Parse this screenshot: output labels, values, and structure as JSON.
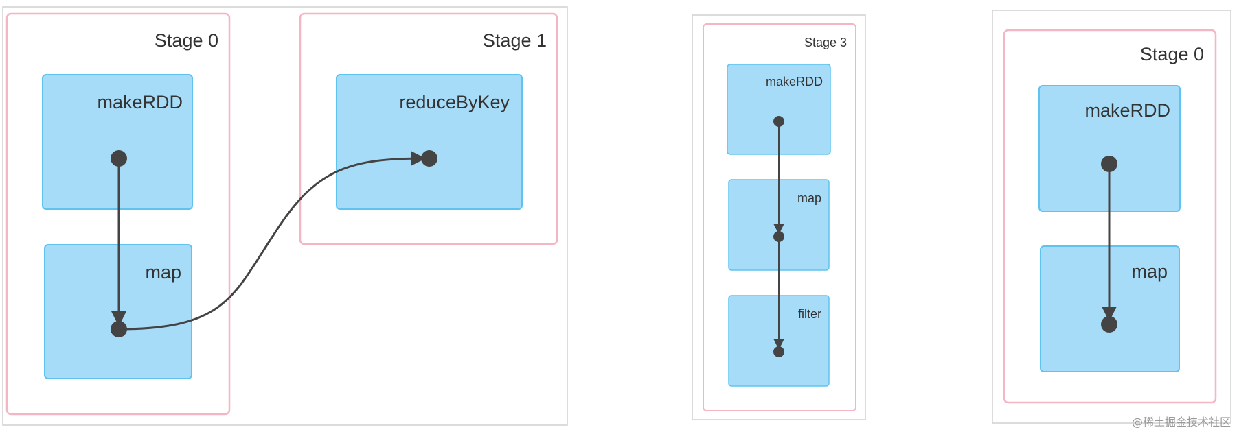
{
  "colors": {
    "panel_border": "#d0d0d0",
    "stage_border": "#f4b6c2",
    "rdd_fill": "#a7dcf8",
    "rdd_border": "#5ec3ef",
    "edge": "#444444",
    "dot": "#444444"
  },
  "diagrams": [
    {
      "stages": [
        {
          "label": "Stage 0",
          "rdds": [
            {
              "label": "makeRDD"
            },
            {
              "label": "map"
            }
          ]
        },
        {
          "label": "Stage 1",
          "rdds": [
            {
              "label": "reduceByKey"
            }
          ]
        }
      ]
    },
    {
      "stages": [
        {
          "label": "Stage 3",
          "rdds": [
            {
              "label": "makeRDD"
            },
            {
              "label": "map"
            },
            {
              "label": "filter"
            }
          ]
        }
      ]
    },
    {
      "stages": [
        {
          "label": "Stage 0",
          "rdds": [
            {
              "label": "makeRDD"
            },
            {
              "label": "map"
            }
          ]
        }
      ]
    }
  ],
  "watermark": "@稀土掘金技术社区"
}
